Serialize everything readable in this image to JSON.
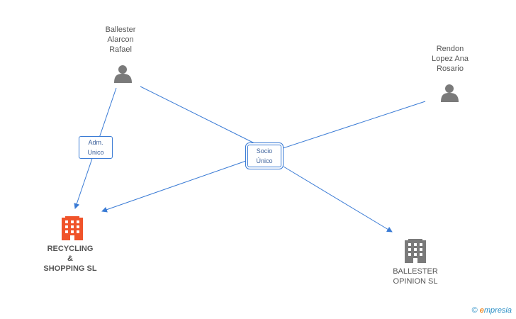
{
  "nodes": {
    "person_1": {
      "name": "Ballester\nAlarcon\nRafael",
      "icon": "person-icon"
    },
    "person_2": {
      "name": "Rendon\nLopez Ana\nRosario",
      "icon": "person-icon"
    },
    "company_main": {
      "name": "RECYCLING\n&\nSHOPPING SL",
      "icon": "building-icon",
      "color": "#f0532a"
    },
    "company_2": {
      "name": "BALLESTER\nOPINION SL",
      "icon": "building-icon",
      "color": "#7a7a7a"
    }
  },
  "edges": {
    "adm": {
      "label": "Adm.\nUnico"
    },
    "socio": {
      "label": "Socio\nÚnico"
    }
  },
  "colors": {
    "edge": "#3a7bd5",
    "person": "#7a7a7a"
  },
  "watermark": {
    "copyright": "©",
    "brand_e": "e",
    "brand_rest": "mpresia"
  }
}
